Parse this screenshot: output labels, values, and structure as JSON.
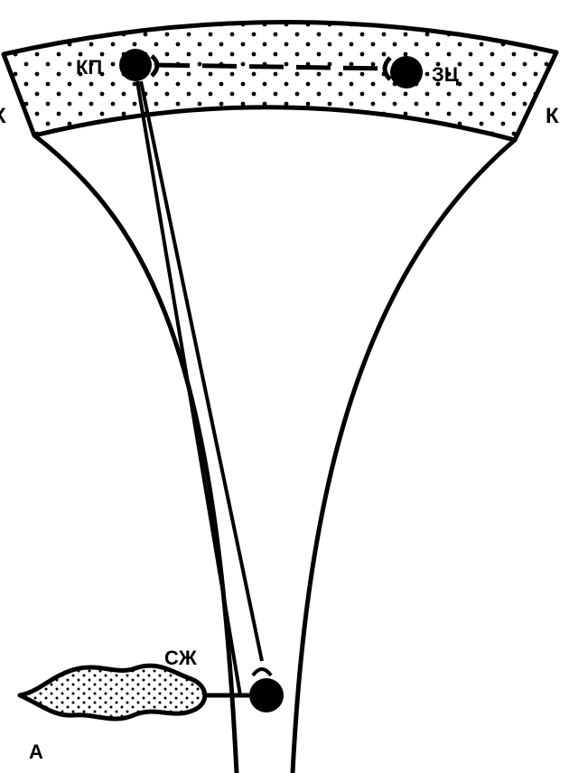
{
  "labels": {
    "cortex_left": "К",
    "cortex_right": "К",
    "neuron_left": "КП",
    "neuron_right": "ЗЦ",
    "gland": "СЖ",
    "panel": "А"
  },
  "colors": {
    "ink": "#000000",
    "background": "#ffffff"
  }
}
